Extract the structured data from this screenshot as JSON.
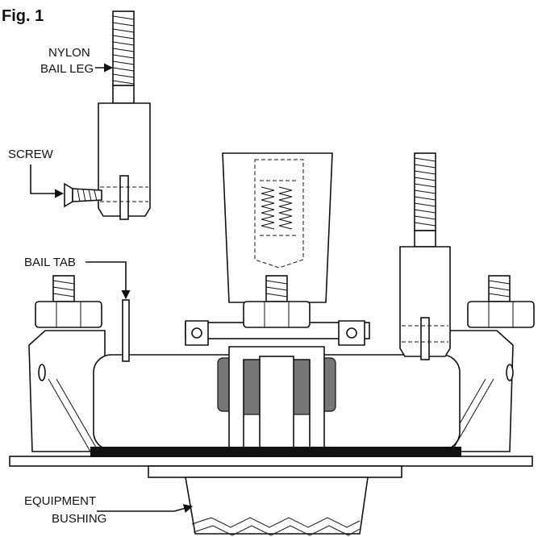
{
  "figure": {
    "title": "Fig. 1",
    "labels": {
      "nylon_bail_leg_line1": "NYLON",
      "nylon_bail_leg_line2": "BAIL LEG",
      "screw": "SCREW",
      "bail_tab": "BAIL TAB",
      "equipment_bushing_line1": "EQUIPMENT",
      "equipment_bushing_line2": "BUSHING"
    }
  }
}
